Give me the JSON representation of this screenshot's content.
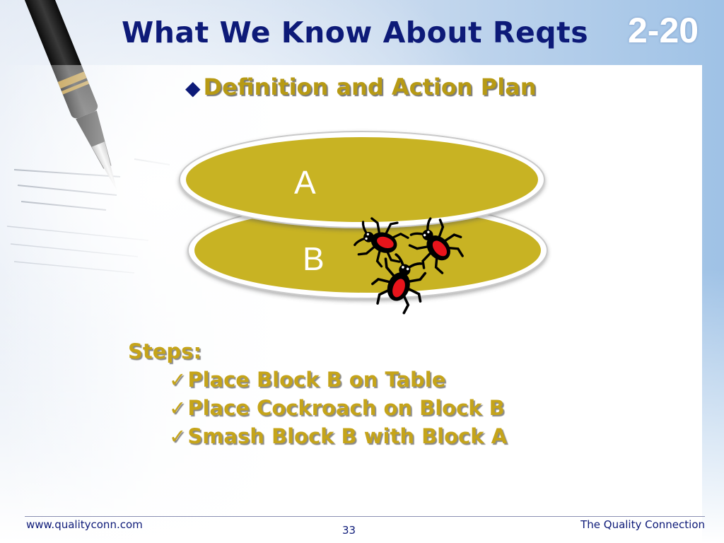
{
  "slide": {
    "title": "What We Know About Reqts",
    "number": "2-20",
    "subtitle": "Definition and Action Plan",
    "bullet_icon": "diamond-bullet-icon"
  },
  "diagram": {
    "block_a_label": "A",
    "block_b_label": "B",
    "block_color": "#c8b323",
    "icons": [
      "cockroach-icon",
      "cockroach-icon",
      "cockroach-icon"
    ]
  },
  "steps": {
    "heading": "Steps:",
    "check_icon": "checkmark-icon",
    "check_glyph": "✓",
    "items": [
      {
        "label": "Place Block B on Table"
      },
      {
        "label": "Place Cockroach on Block B"
      },
      {
        "label": "Smash Block B with Block A"
      }
    ]
  },
  "footer": {
    "left": "www.qualityconn.com",
    "right": "The Quality Connection",
    "page": "33"
  },
  "colors": {
    "title": "#0d1a78",
    "subtitle": "#b79a14",
    "steps": "#c5a41a",
    "block": "#c8b323"
  }
}
